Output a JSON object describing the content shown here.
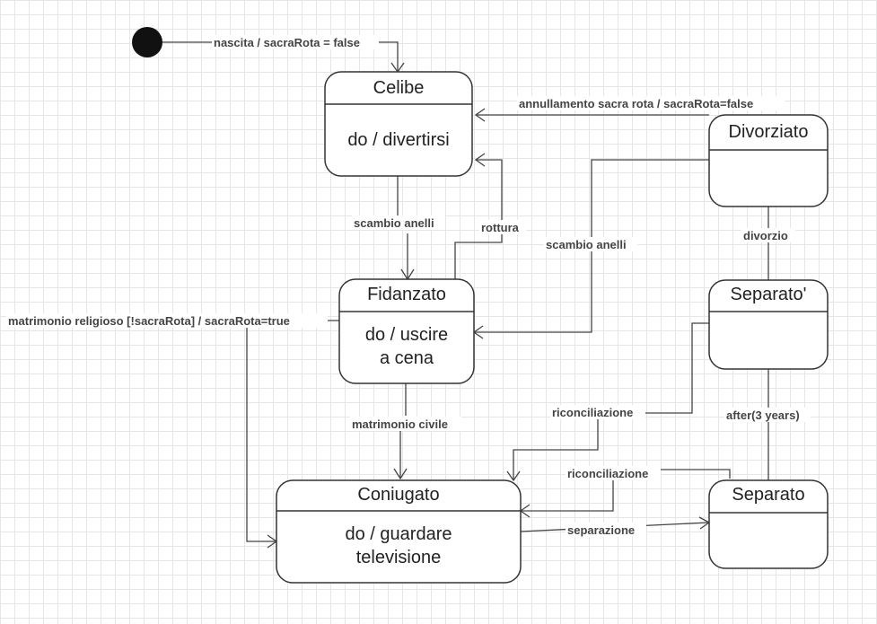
{
  "diagram": {
    "states": {
      "celibe": {
        "name": "Celibe",
        "activity": [
          "do / divertirsi"
        ]
      },
      "fidanzato": {
        "name": "Fidanzato",
        "activity": [
          "do / uscire",
          "a cena"
        ]
      },
      "coniugato": {
        "name": "Coniugato",
        "activity": [
          "do / guardare",
          "televisione"
        ]
      },
      "divorziato": {
        "name": "Divorziato",
        "activity": []
      },
      "separato2": {
        "name": "Separato'",
        "activity": []
      },
      "separato": {
        "name": "Separato",
        "activity": []
      }
    },
    "transitions": {
      "nascita": "nascita / sacraRota = false",
      "annullamento": "annullamento sacra rota / sacraRota=false",
      "scambio_anelli_1": "scambio anelli",
      "rottura": "rottura",
      "scambio_anelli_2": "scambio anelli",
      "divorzio": "divorzio",
      "matrimonio_religioso": "matrimonio religioso [!sacraRota] / sacraRota=true",
      "matrimonio_civile": "matrimonio civile",
      "riconciliazione_1": "riconciliazione",
      "after": "after(3 years)",
      "riconciliazione_2": "riconciliazione",
      "separazione": "separazione"
    }
  }
}
